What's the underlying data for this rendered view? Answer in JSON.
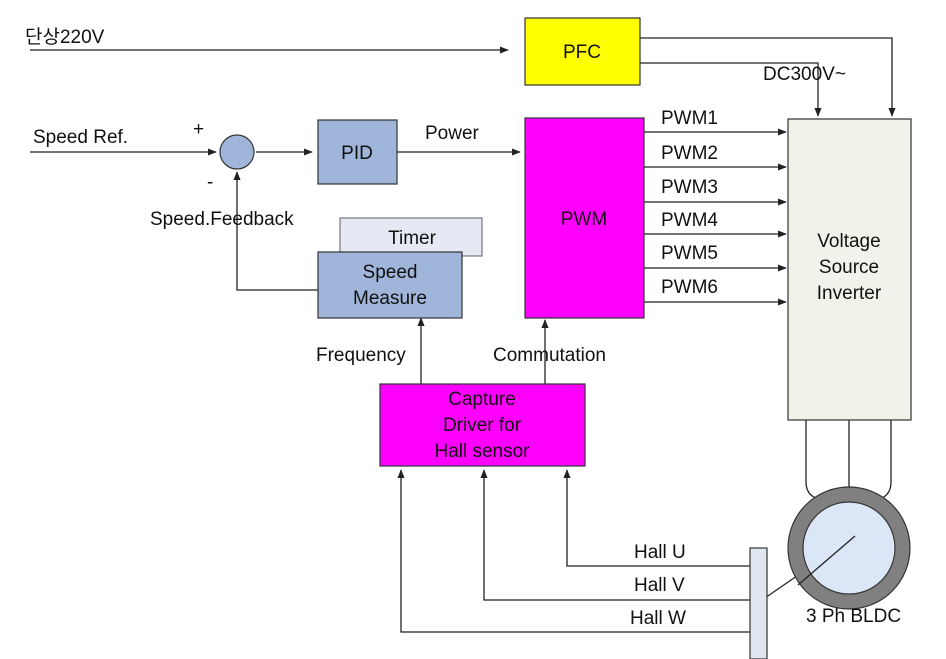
{
  "inputs": {
    "power_in": "단상220V",
    "dc_out": "DC300V~",
    "speed_ref": "Speed Ref.",
    "plus_sign": "+",
    "minus_sign": "-",
    "speed_feedback": "Speed.Feedback",
    "power": "Power",
    "frequency": "Frequency",
    "commutation": "Commutation"
  },
  "blocks": {
    "pfc": "PFC",
    "pid": "PID",
    "pwm": "PWM",
    "timer": "Timer",
    "speed_measure": [
      "Speed",
      "Measure"
    ],
    "capture": [
      "Capture",
      "Driver for",
      "Hall sensor"
    ],
    "inverter": [
      "Voltage",
      "Source",
      "Inverter"
    ]
  },
  "pwm_signals": [
    "PWM1",
    "PWM2",
    "PWM3",
    "PWM4",
    "PWM5",
    "PWM6"
  ],
  "hall_signals": [
    "Hall U",
    "Hall V",
    "Hall W"
  ],
  "motor_label": "3 Ph BLDC",
  "colors": {
    "pfc": "#ffff00",
    "pid": "#9fb5d9",
    "pwm": "#ff00ff",
    "capture": "#ff00ff",
    "speed_measure": "#9fb5d9",
    "timer": "#e4e9f4",
    "inverter": "#f1f2ea",
    "hall_bar": "#dfe6f2",
    "motor_ring": "#808080",
    "motor_rotor": "#dbe6f6"
  }
}
